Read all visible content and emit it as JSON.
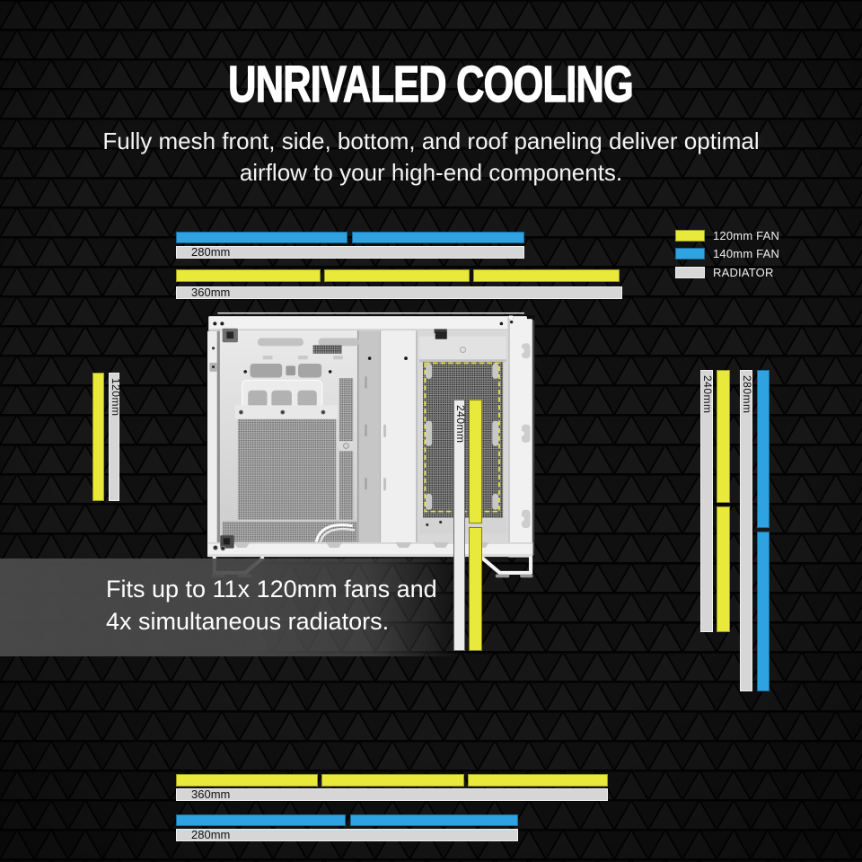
{
  "header": {
    "title": "UNRIVALED COOLING",
    "subtitle_line1": "Fully mesh front, side, bottom, and roof paneling deliver optimal",
    "subtitle_line2": "airflow to your high-end components."
  },
  "legend": {
    "items": [
      {
        "name": "fan-120mm",
        "label": "120mm FAN",
        "color": "#e9e93c"
      },
      {
        "name": "fan-140mm",
        "label": "140mm FAN",
        "color": "#2fa3e1"
      },
      {
        "name": "radiator",
        "label": "RADIATOR",
        "color": "#d7d7d7"
      }
    ]
  },
  "callout": {
    "line1": "Fits up to 11x 120mm fans and",
    "line2": "4x simultaneous radiators."
  },
  "measurements": {
    "top_280": "280mm",
    "top_360": "360mm",
    "left_120": "120mm",
    "right_240": "240mm",
    "right_280": "280mm",
    "inside_240": "240mm",
    "bottom_360": "360mm",
    "bottom_280": "280mm"
  },
  "diagram": {
    "subject": "PC case cooling layout",
    "positions": [
      {
        "location": "roof",
        "fans": "2x 140mm",
        "radiator": "280mm"
      },
      {
        "location": "roof",
        "fans": "3x 120mm",
        "radiator": "360mm"
      },
      {
        "location": "front",
        "fans": "1x 120mm",
        "radiator": "120mm"
      },
      {
        "location": "side-internal",
        "fans": "2x 120mm",
        "radiator": "240mm"
      },
      {
        "location": "side",
        "fans": "2x 120mm",
        "radiator": "240mm"
      },
      {
        "location": "side",
        "fans": "2x 140mm",
        "radiator": "280mm"
      },
      {
        "location": "bottom",
        "fans": "3x 120mm",
        "radiator": "360mm"
      },
      {
        "location": "bottom",
        "fans": "2x 140mm",
        "radiator": "280mm"
      }
    ]
  },
  "colors": {
    "background": "#0a0a0a",
    "fan_120": "#e9e93c",
    "fan_140": "#2fa3e1",
    "radiator": "#d6d6d6",
    "case_white": "#f1f1f1",
    "dashed_outline": "#f0e83c",
    "callout_bg": "#4a4a4a"
  }
}
